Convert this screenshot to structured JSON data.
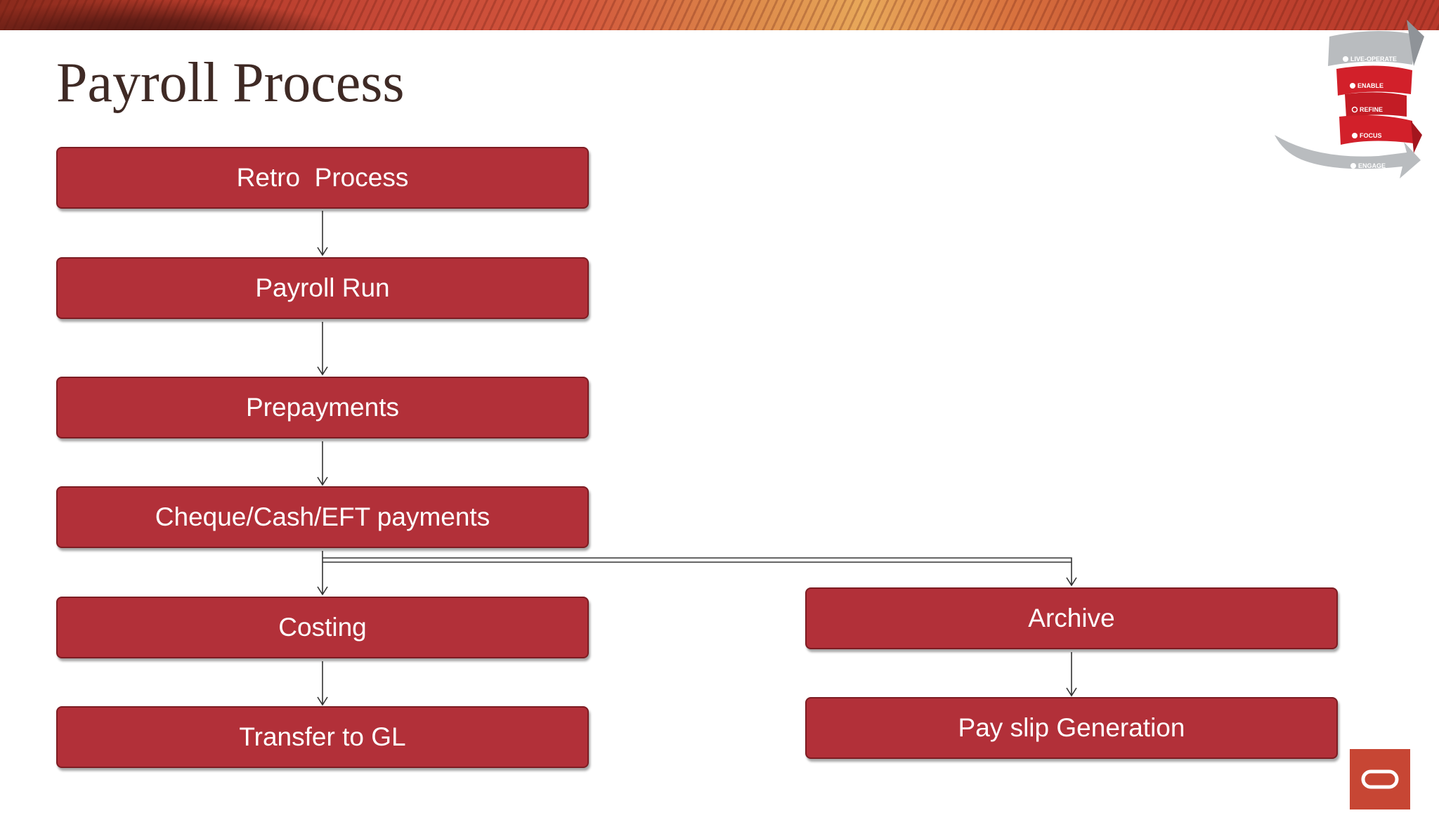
{
  "slide": {
    "title": "Payroll Process"
  },
  "flow": {
    "main": [
      {
        "id": "retro",
        "label": "Retro  Process"
      },
      {
        "id": "payroll-run",
        "label": "Payroll Run"
      },
      {
        "id": "prepayments",
        "label": "Prepayments"
      },
      {
        "id": "payments",
        "label": "Cheque/Cash/EFT payments"
      },
      {
        "id": "costing",
        "label": "Costing"
      },
      {
        "id": "transfer-gl",
        "label": "Transfer to GL"
      }
    ],
    "branch": [
      {
        "id": "archive",
        "label": "Archive"
      },
      {
        "id": "payslip",
        "label": "Pay slip Generation"
      }
    ],
    "edges": [
      [
        "retro",
        "payroll-run"
      ],
      [
        "payroll-run",
        "prepayments"
      ],
      [
        "prepayments",
        "payments"
      ],
      [
        "payments",
        "costing"
      ],
      [
        "costing",
        "transfer-gl"
      ],
      [
        "payments",
        "archive"
      ],
      [
        "archive",
        "payslip"
      ]
    ]
  },
  "badge": {
    "levels": [
      "LIVE-OPERATE",
      "ENABLE",
      "REFINE",
      "FOCUS",
      "ENGAGE"
    ]
  },
  "colors": {
    "box_fill": "#b23039",
    "box_border": "#7d1c22",
    "title": "#3f2a25",
    "oracle_red": "#c74634"
  },
  "icons": {
    "logo": "oracle-logo-icon",
    "badge": "methodology-spiral-icon"
  }
}
